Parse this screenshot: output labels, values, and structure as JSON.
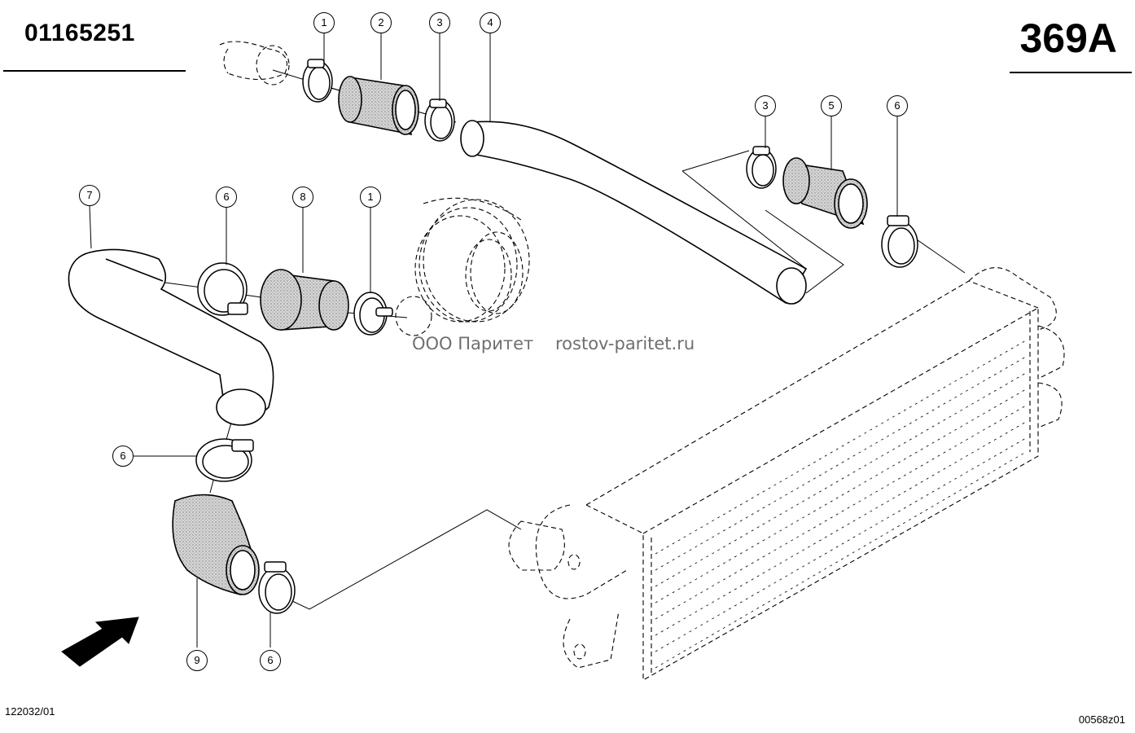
{
  "header": {
    "doc_code": "01165251",
    "page_number": "369A"
  },
  "footer": {
    "left_ref": "122032/01",
    "right_ref": "00568z01"
  },
  "watermark": {
    "company": "ООО Паритет",
    "site": "rostov-paritet.ru"
  },
  "callouts": [
    {
      "id": "c1a",
      "label": "1"
    },
    {
      "id": "c2",
      "label": "2"
    },
    {
      "id": "c3a",
      "label": "3"
    },
    {
      "id": "c4",
      "label": "4"
    },
    {
      "id": "c3b",
      "label": "3"
    },
    {
      "id": "c5",
      "label": "5"
    },
    {
      "id": "c6a",
      "label": "6"
    },
    {
      "id": "c7",
      "label": "7"
    },
    {
      "id": "c6b",
      "label": "6"
    },
    {
      "id": "c8",
      "label": "8"
    },
    {
      "id": "c1b",
      "label": "1"
    },
    {
      "id": "c6c",
      "label": "6"
    },
    {
      "id": "c9",
      "label": "9"
    },
    {
      "id": "c6d",
      "label": "6"
    }
  ]
}
